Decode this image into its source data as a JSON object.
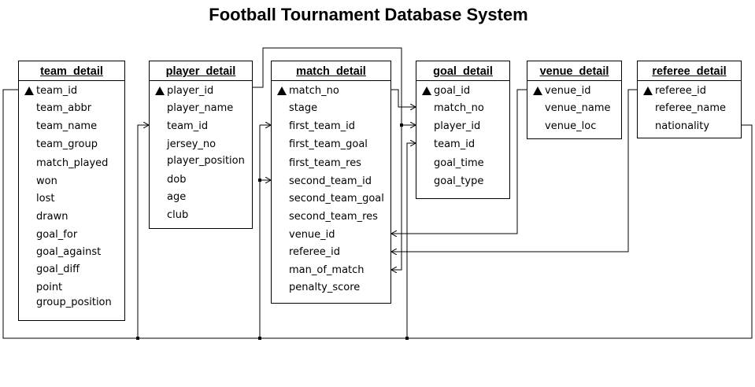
{
  "title": "Football Tournament Database System",
  "tables": [
    {
      "id": "team_detail",
      "name": "team_detail",
      "fields": [
        {
          "name": "team_id",
          "pk": true
        },
        {
          "name": "team_abbr"
        },
        {
          "name": "team_name"
        },
        {
          "name": "team_group"
        },
        {
          "name": "match_played"
        },
        {
          "name": "won"
        },
        {
          "name": "lost"
        },
        {
          "name": "drawn"
        },
        {
          "name": "goal_for"
        },
        {
          "name": "goal_against"
        },
        {
          "name": "goal_diff"
        },
        {
          "name": "point"
        },
        {
          "name": "group_position"
        }
      ]
    },
    {
      "id": "player_detail",
      "name": "player_detail",
      "fields": [
        {
          "name": "player_id",
          "pk": true
        },
        {
          "name": "player_name"
        },
        {
          "name": "team_id"
        },
        {
          "name": "jersey_no"
        },
        {
          "name": "player_position"
        },
        {
          "name": "dob"
        },
        {
          "name": "age"
        },
        {
          "name": "club"
        }
      ]
    },
    {
      "id": "match_detail",
      "name": "match_detail",
      "fields": [
        {
          "name": "match_no",
          "pk": true
        },
        {
          "name": "stage"
        },
        {
          "name": "first_team_id"
        },
        {
          "name": "first_team_goal"
        },
        {
          "name": "first_team_res"
        },
        {
          "name": "second_team_id"
        },
        {
          "name": "second_team_goal"
        },
        {
          "name": "second_team_res"
        },
        {
          "name": "venue_id"
        },
        {
          "name": "referee_id"
        },
        {
          "name": "man_of_match"
        },
        {
          "name": "penalty_score"
        }
      ]
    },
    {
      "id": "goal_detail",
      "name": "goal_detail",
      "fields": [
        {
          "name": "goal_id",
          "pk": true
        },
        {
          "name": "match_no"
        },
        {
          "name": "player_id"
        },
        {
          "name": "team_id"
        },
        {
          "name": "goal_time"
        },
        {
          "name": "goal_type"
        }
      ]
    },
    {
      "id": "venue_detail",
      "name": "venue_detail",
      "fields": [
        {
          "name": "venue_id",
          "pk": true
        },
        {
          "name": "venue_name"
        },
        {
          "name": "venue_loc"
        }
      ]
    },
    {
      "id": "referee_detail",
      "name": "referee_detail",
      "fields": [
        {
          "name": "referee_id",
          "pk": true
        },
        {
          "name": "referee_name"
        },
        {
          "name": "nationality"
        }
      ]
    }
  ]
}
